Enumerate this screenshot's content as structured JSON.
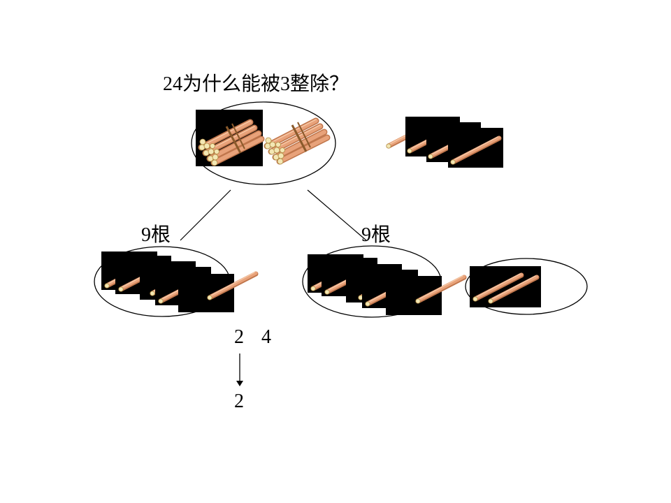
{
  "question": "24为什么能被3整除？",
  "groups": {
    "left_label": "9根",
    "right_label": "9根"
  },
  "digits": {
    "tens": "2",
    "ones": "4",
    "result": "2"
  },
  "colors": {
    "stick": "#e8a27a",
    "stick_highlight": "#f6c8a6",
    "stick_end": "#f3e7b4",
    "tile_bg": "#000000",
    "tie": "#8a5a2b"
  }
}
